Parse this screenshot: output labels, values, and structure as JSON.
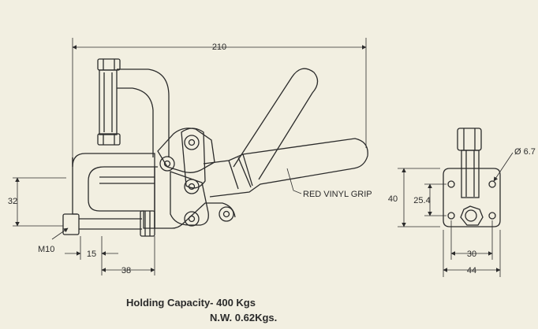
{
  "dimensions": {
    "overall_length": "210",
    "height_32": "32",
    "bolt": "M10",
    "offset_15": "15",
    "offset_38": "38",
    "side_height": "40",
    "hole_spacing_vertical": "25.4",
    "hole_spacing_horizontal": "30",
    "base_width": "44",
    "hole_diameter": "Ø 6.7"
  },
  "labels": {
    "grip": "RED VINYL GRIP"
  },
  "caption": {
    "capacity": "Holding Capacity- 400 Kgs",
    "weight": "N.W. 0.62Kgs."
  },
  "colors": {
    "background": "#f2efe1",
    "line": "#2b2b2b"
  }
}
